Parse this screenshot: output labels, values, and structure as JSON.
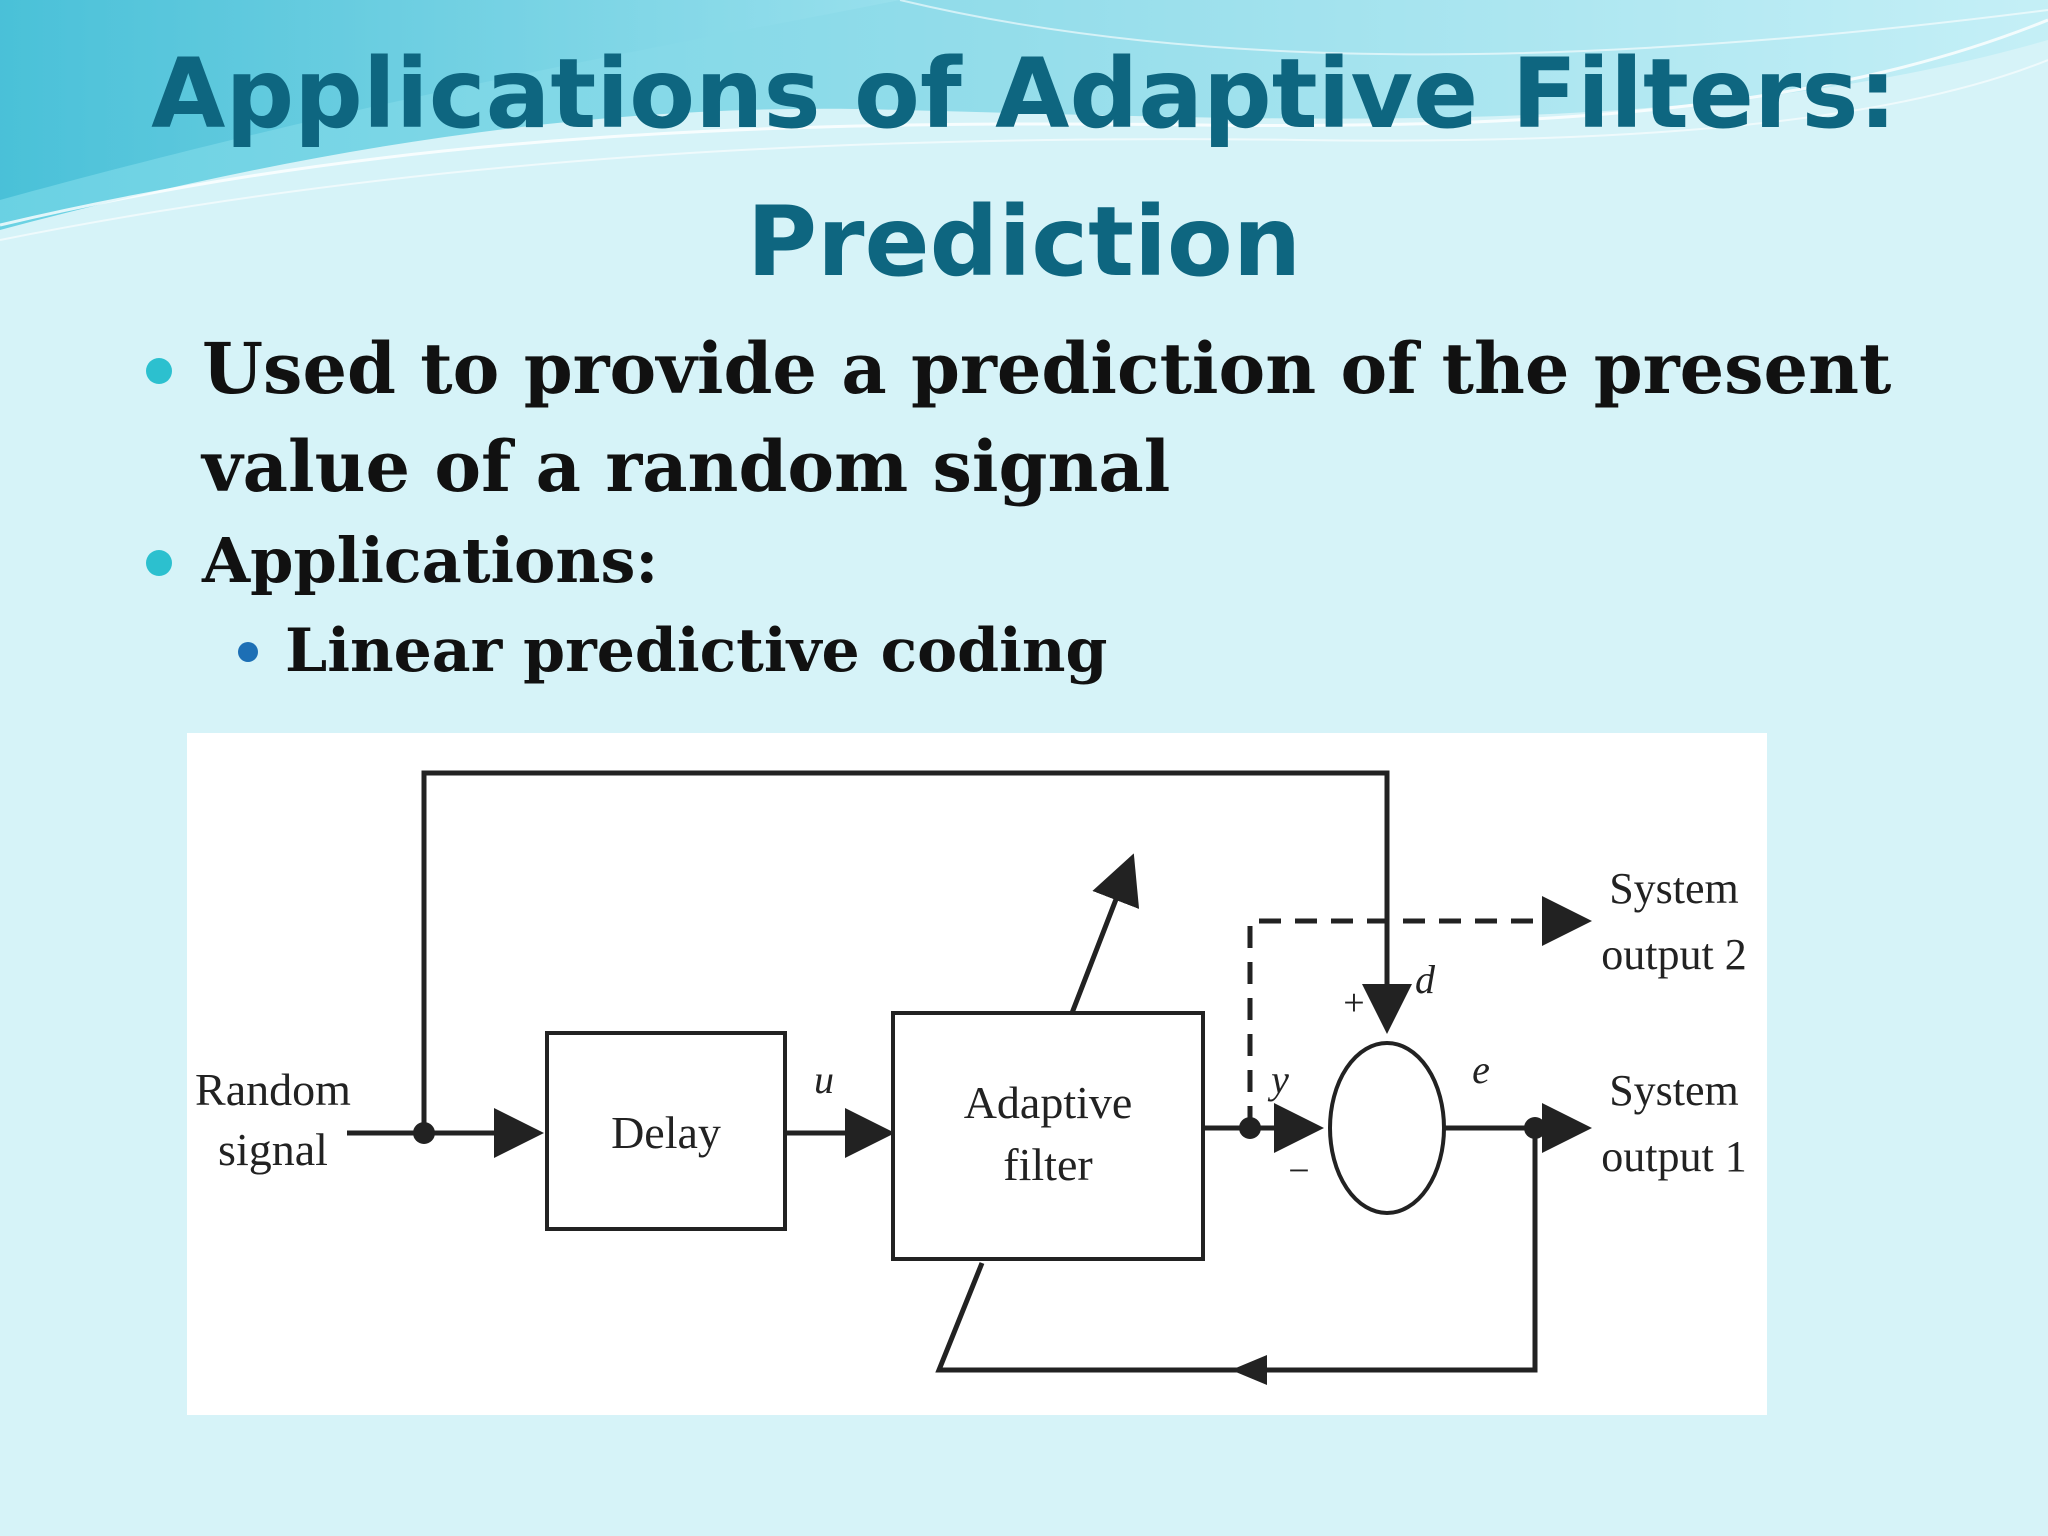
{
  "slide": {
    "title_line1": "Applications of Adaptive Filters:",
    "title_line2": "Prediction",
    "bullets": [
      {
        "line1": "Used to provide a prediction of the present",
        "line2": "value of a random signal"
      },
      {
        "text": "Applications:"
      }
    ],
    "sub_bullets": [
      "Linear predictive coding"
    ]
  },
  "diagram": {
    "input_label_1": "Random",
    "input_label_2": "signal",
    "delay_label": "Delay",
    "u_label": "u",
    "filter_label_1": "Adaptive",
    "filter_label_2": "filter",
    "y_label": "y",
    "d_label": "d",
    "e_label": "e",
    "plus_label": "+",
    "minus_label": "−",
    "out2_label_1": "System",
    "out2_label_2": "output 2",
    "out1_label_1": "System",
    "out1_label_2": "output 1"
  },
  "colors": {
    "title": "#0e6680",
    "bullet_level1": "#2cc0cf",
    "bullet_level2": "#1d6fb5",
    "background": "#d6f3f8"
  }
}
